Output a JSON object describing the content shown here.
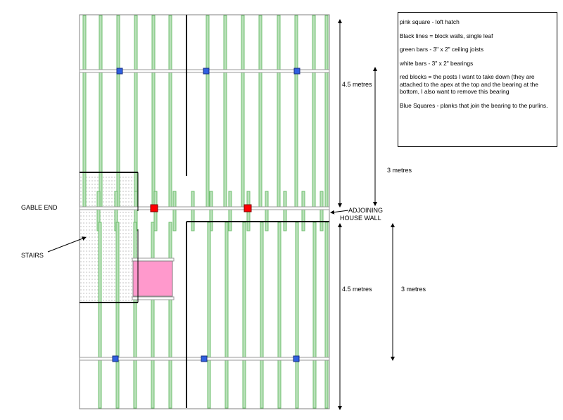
{
  "labels": {
    "gable_end": "GABLE END",
    "stairs": "STAIRS",
    "adjoining_line1": "ADJOINING",
    "adjoining_line2": "HOUSE WALL",
    "dim_top_outer": "4.5 metres",
    "dim_top_inner": "3 metres",
    "dim_bottom_outer": "4.5 metres",
    "dim_bottom_inner": "3 metres"
  },
  "legend": [
    "pink square -  loft hatch",
    "Black lines = block walls, single leaf",
    "green bars - 3\" x 2\" ceiling joists",
    "white bars - 3\" x 2\" bearings",
    "red blocks = the posts I want to take down (they are attached to the apex at the top and the bearing at the bottom, I also want to remove this bearing",
    "Blue Squares - planks that join the bearing to the purlins."
  ],
  "colors": {
    "joist": "#b9e0b9",
    "joist_stroke": "#6fbf6f",
    "bearing_stroke": "#9a9a9a",
    "wall": "#000000",
    "hatch": "#ff99cc",
    "post": "#ff0000",
    "plank": "#2f5fe0"
  }
}
